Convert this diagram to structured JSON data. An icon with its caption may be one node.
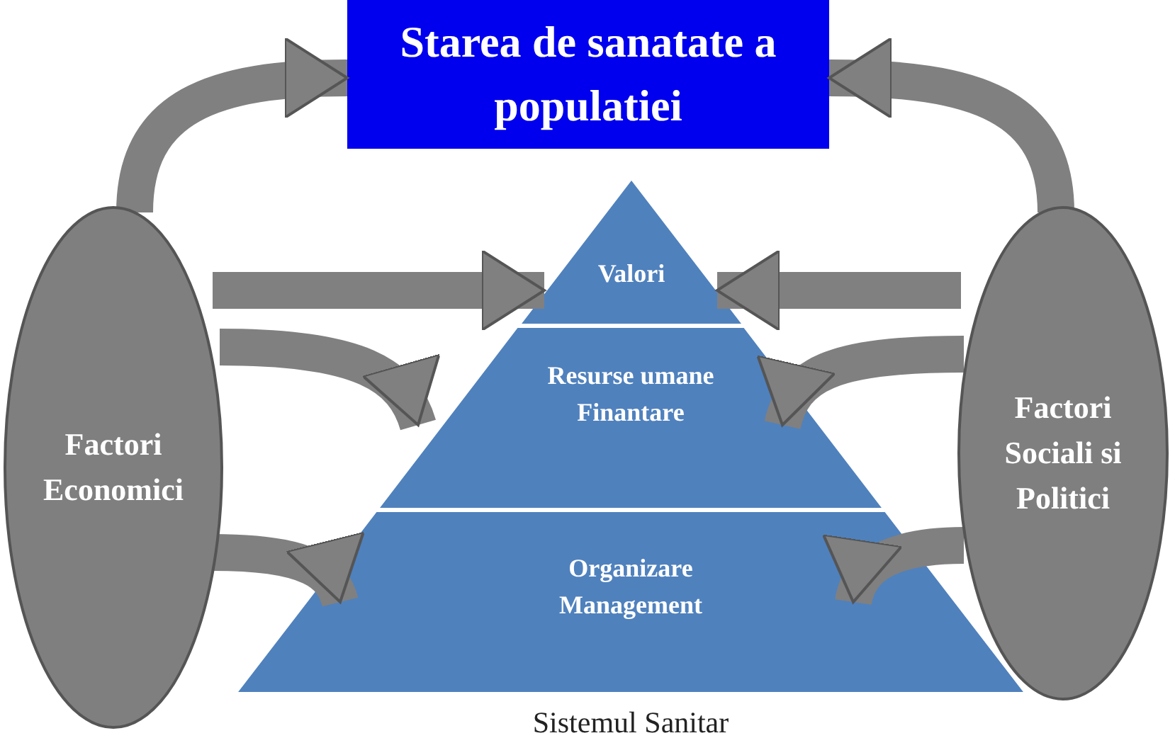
{
  "diagram": {
    "caption": "Sistemul Sanitar",
    "nodes": [
      {
        "text": [
          "Starea de sanatate a populatiei"
        ]
      },
      {
        "text": [
          "Valori"
        ]
      },
      {
        "text": [
          "Resurse umane Finantare"
        ]
      },
      {
        "text": [
          "Organizare Management"
        ]
      },
      {
        "text": [
          "Factori Economici"
        ]
      },
      {
        "text": [
          "Factori Sociali si Politici"
        ]
      }
    ],
    "edges": [
      {
        "from": 4,
        "to": 0,
        "arrow": "to"
      },
      {
        "from": 4,
        "to": 1,
        "arrow": "to"
      },
      {
        "from": 4,
        "to": 2,
        "arrow": "to"
      },
      {
        "from": 4,
        "to": 3,
        "arrow": "to"
      },
      {
        "from": 5,
        "to": 0,
        "arrow": "to"
      },
      {
        "from": 5,
        "to": 1,
        "arrow": "to"
      },
      {
        "from": 5,
        "to": 2,
        "arrow": "to"
      },
      {
        "from": 5,
        "to": 3,
        "arrow": "to"
      }
    ]
  }
}
